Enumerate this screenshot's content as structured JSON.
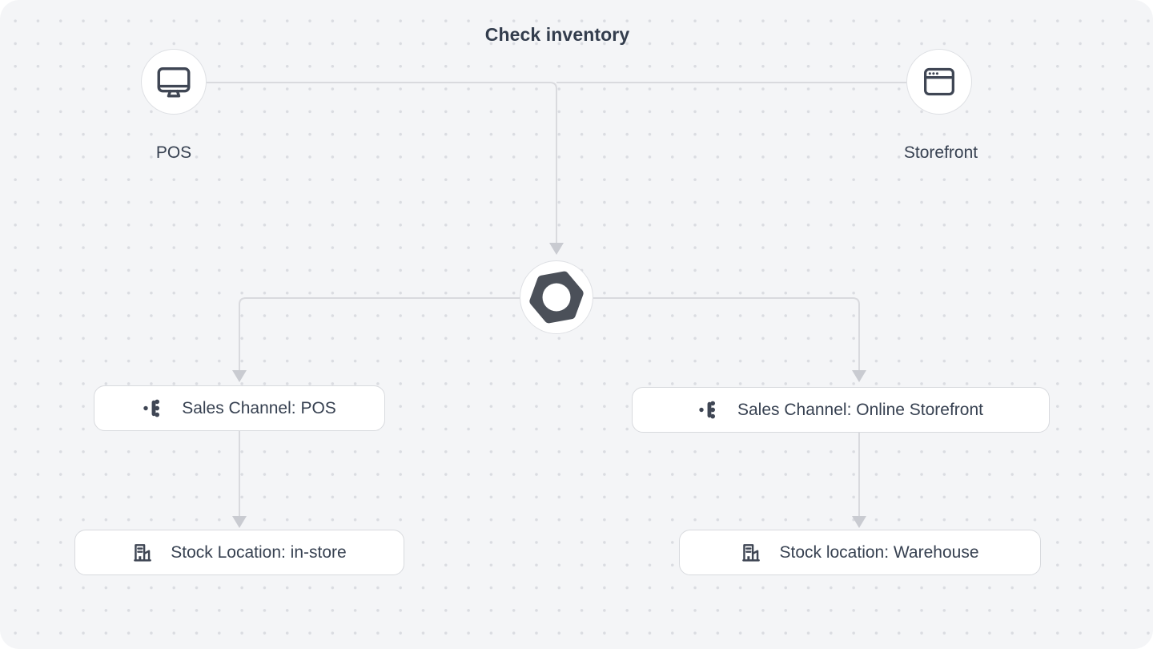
{
  "title": "Check inventory",
  "colors": {
    "canvas_bg": "#f4f5f7",
    "grid_dot": "#dadce1",
    "connector": "#d9dade",
    "arrowhead": "#c9cbd1",
    "node_border": "#dee0e4",
    "box_border": "#d8dade",
    "surface": "#ffffff",
    "ink": "#374151",
    "title_ink": "#333d4d",
    "icon_ink": "#3f4654",
    "logo": "#4b5059"
  },
  "nodes": {
    "pos": {
      "label": "POS",
      "icon": "monitor-icon"
    },
    "storefront": {
      "label": "Storefront",
      "icon": "browser-window-icon"
    },
    "core": {
      "icon": "medusa-logo-icon"
    },
    "sales_channel_pos": {
      "label": "Sales Channel: POS",
      "icon": "channels-icon"
    },
    "sales_channel_online": {
      "label": "Sales Channel: Online Storefront",
      "icon": "channels-icon"
    },
    "stock_location_in_store": {
      "label": "Stock Location: in-store",
      "icon": "buildings-icon"
    },
    "stock_location_warehouse": {
      "label": "Stock location: Warehouse",
      "icon": "buildings-icon"
    }
  }
}
